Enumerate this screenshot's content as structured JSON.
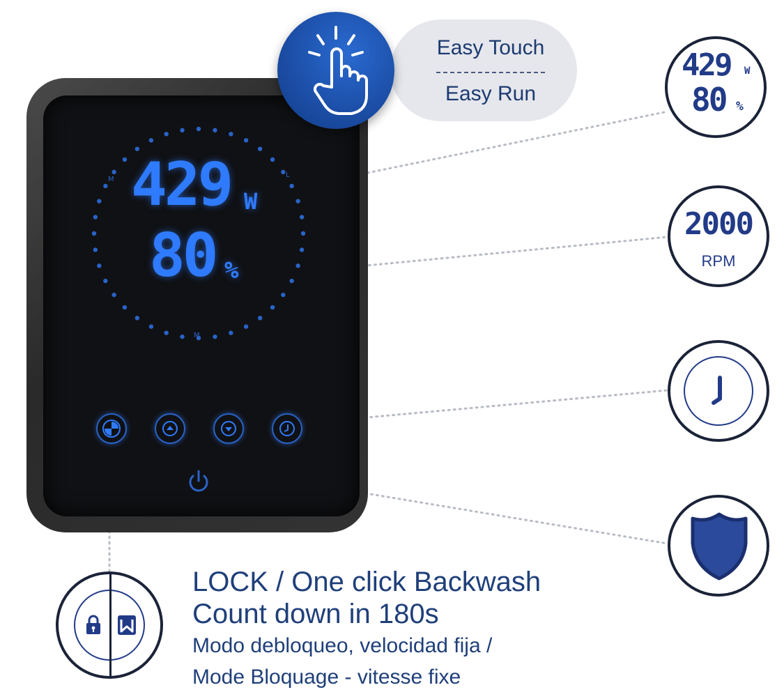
{
  "badge": {
    "line1": "Easy Touch",
    "line2": "Easy Run"
  },
  "display": {
    "power_value": "429",
    "power_unit": "W",
    "percent_value": "80",
    "percent_unit": "%"
  },
  "features": {
    "power_value": "429",
    "power_unit": "W",
    "percent_value": "80",
    "percent_unit": "%",
    "speed_value": "2000",
    "speed_unit": "RPM"
  },
  "caption": {
    "line1": "LOCK / One click Backwash",
    "line2": "Count down in 180s",
    "line3": "Modo debloqueo, velocidad fija /",
    "line4": "Mode Bloquage - vitesse fixe"
  },
  "colors": {
    "accent": "#2f7bff",
    "navy": "#1b2338",
    "brand_blue": "#223b88"
  }
}
